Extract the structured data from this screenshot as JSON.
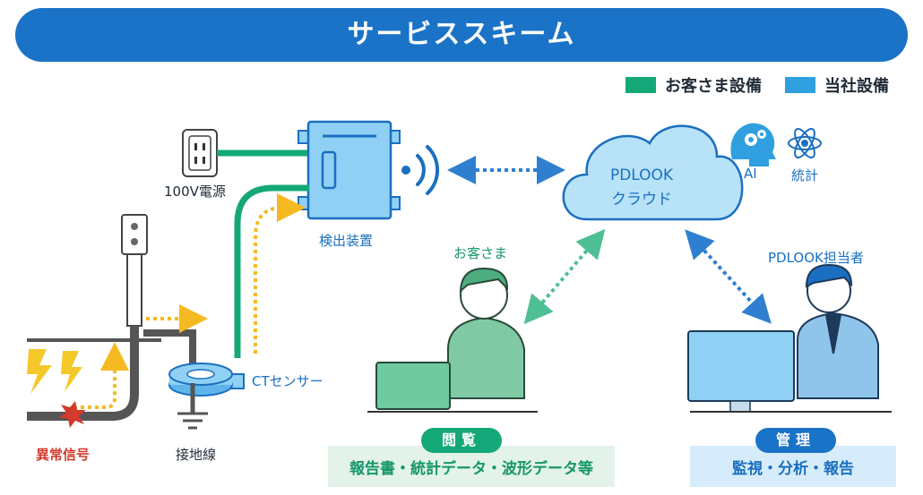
{
  "title": "サービススキーム",
  "legend": {
    "customer": {
      "label": "お客さま設備",
      "color": "#14a878"
    },
    "company": {
      "label": "当社設備",
      "color": "#2f9fe0"
    }
  },
  "labels": {
    "outlet": "100V電源",
    "detector": "検出装置",
    "ct_sensor": "CTセンサー",
    "ground": "接地線",
    "anomaly": "異常信号",
    "cloud_line1": "PDLOOK",
    "cloud_line2": "クラウド",
    "ai": "AI",
    "stats": "統計",
    "customer": "お客さま",
    "staff": "PDLOOK担当者"
  },
  "sections": {
    "view": {
      "pill": "閲覧",
      "desc": "報告書・統計データ・波形データ等"
    },
    "manage": {
      "pill": "管理",
      "desc": "監視・分析・報告"
    }
  },
  "colors": {
    "banner": "#1a73c7",
    "green": "#14a878",
    "blue": "#2f9fe0",
    "yellow": "#f5b921",
    "device_fill": "#8fd0f4",
    "device_stroke": "#1a6fc0",
    "view_box_bg": "#e3f3ea",
    "manage_box_bg": "#d6ecfa",
    "text_green": "#16966a",
    "text_blue": "#1a6fc0"
  },
  "icons": [
    "outlet-icon",
    "signal-light-icon",
    "wifi-icon",
    "ai-head-icon",
    "atom-icon",
    "laptop-icon",
    "monitor-icon",
    "lightning-icon",
    "spark-icon",
    "ground-icon"
  ]
}
